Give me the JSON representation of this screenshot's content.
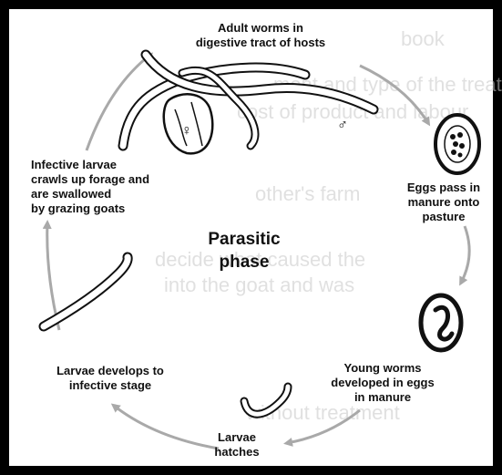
{
  "diagram": {
    "title_lines": [
      "Parasitic",
      "phase"
    ],
    "stages": {
      "adult": [
        "Adult worms in",
        "digestive tract of hosts"
      ],
      "eggs": [
        "Eggs pass in",
        "manure onto",
        "pasture"
      ],
      "young": [
        "Young worms",
        "developed in eggs",
        "in manure"
      ],
      "hatch": [
        "Larvae",
        "hatches"
      ],
      "develops": [
        "Larvae develops to",
        "infective stage"
      ],
      "infective": [
        "Infective larvae",
        "crawls up forage and",
        "are swallowed",
        "by grazing goats"
      ]
    },
    "symbols": {
      "female": "♀",
      "male": "♂"
    }
  },
  "background_text": {
    "lines": [
      "book",
      "ment and type of the treatm",
      "cost of product and labour",
      "other's farm",
      "decide what caused the",
      "into the goat and was",
      "without treatment"
    ]
  },
  "colors": {
    "arrow": "#a9a9a9",
    "ink": "#111111",
    "frame": "#000000",
    "bleed": "#c8c8c8"
  }
}
